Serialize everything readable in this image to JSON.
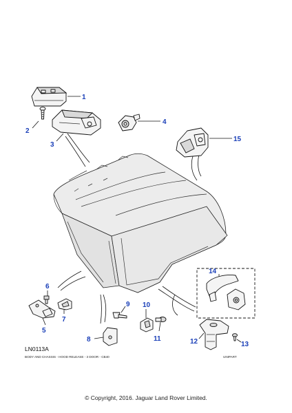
{
  "diagram": {
    "code": "LN0113A",
    "caption": "BODY AND CHASSIS - HOOD RELEASE - 3 DOOR - CB40",
    "brand": "UNIPART",
    "copyright": "© Copyright, 2016. Jaguar Land Rover Limited.",
    "callouts": [
      "1",
      "2",
      "3",
      "4",
      "6",
      "5",
      "7",
      "8",
      "9",
      "10",
      "11",
      "12",
      "13",
      "14",
      "15"
    ]
  }
}
